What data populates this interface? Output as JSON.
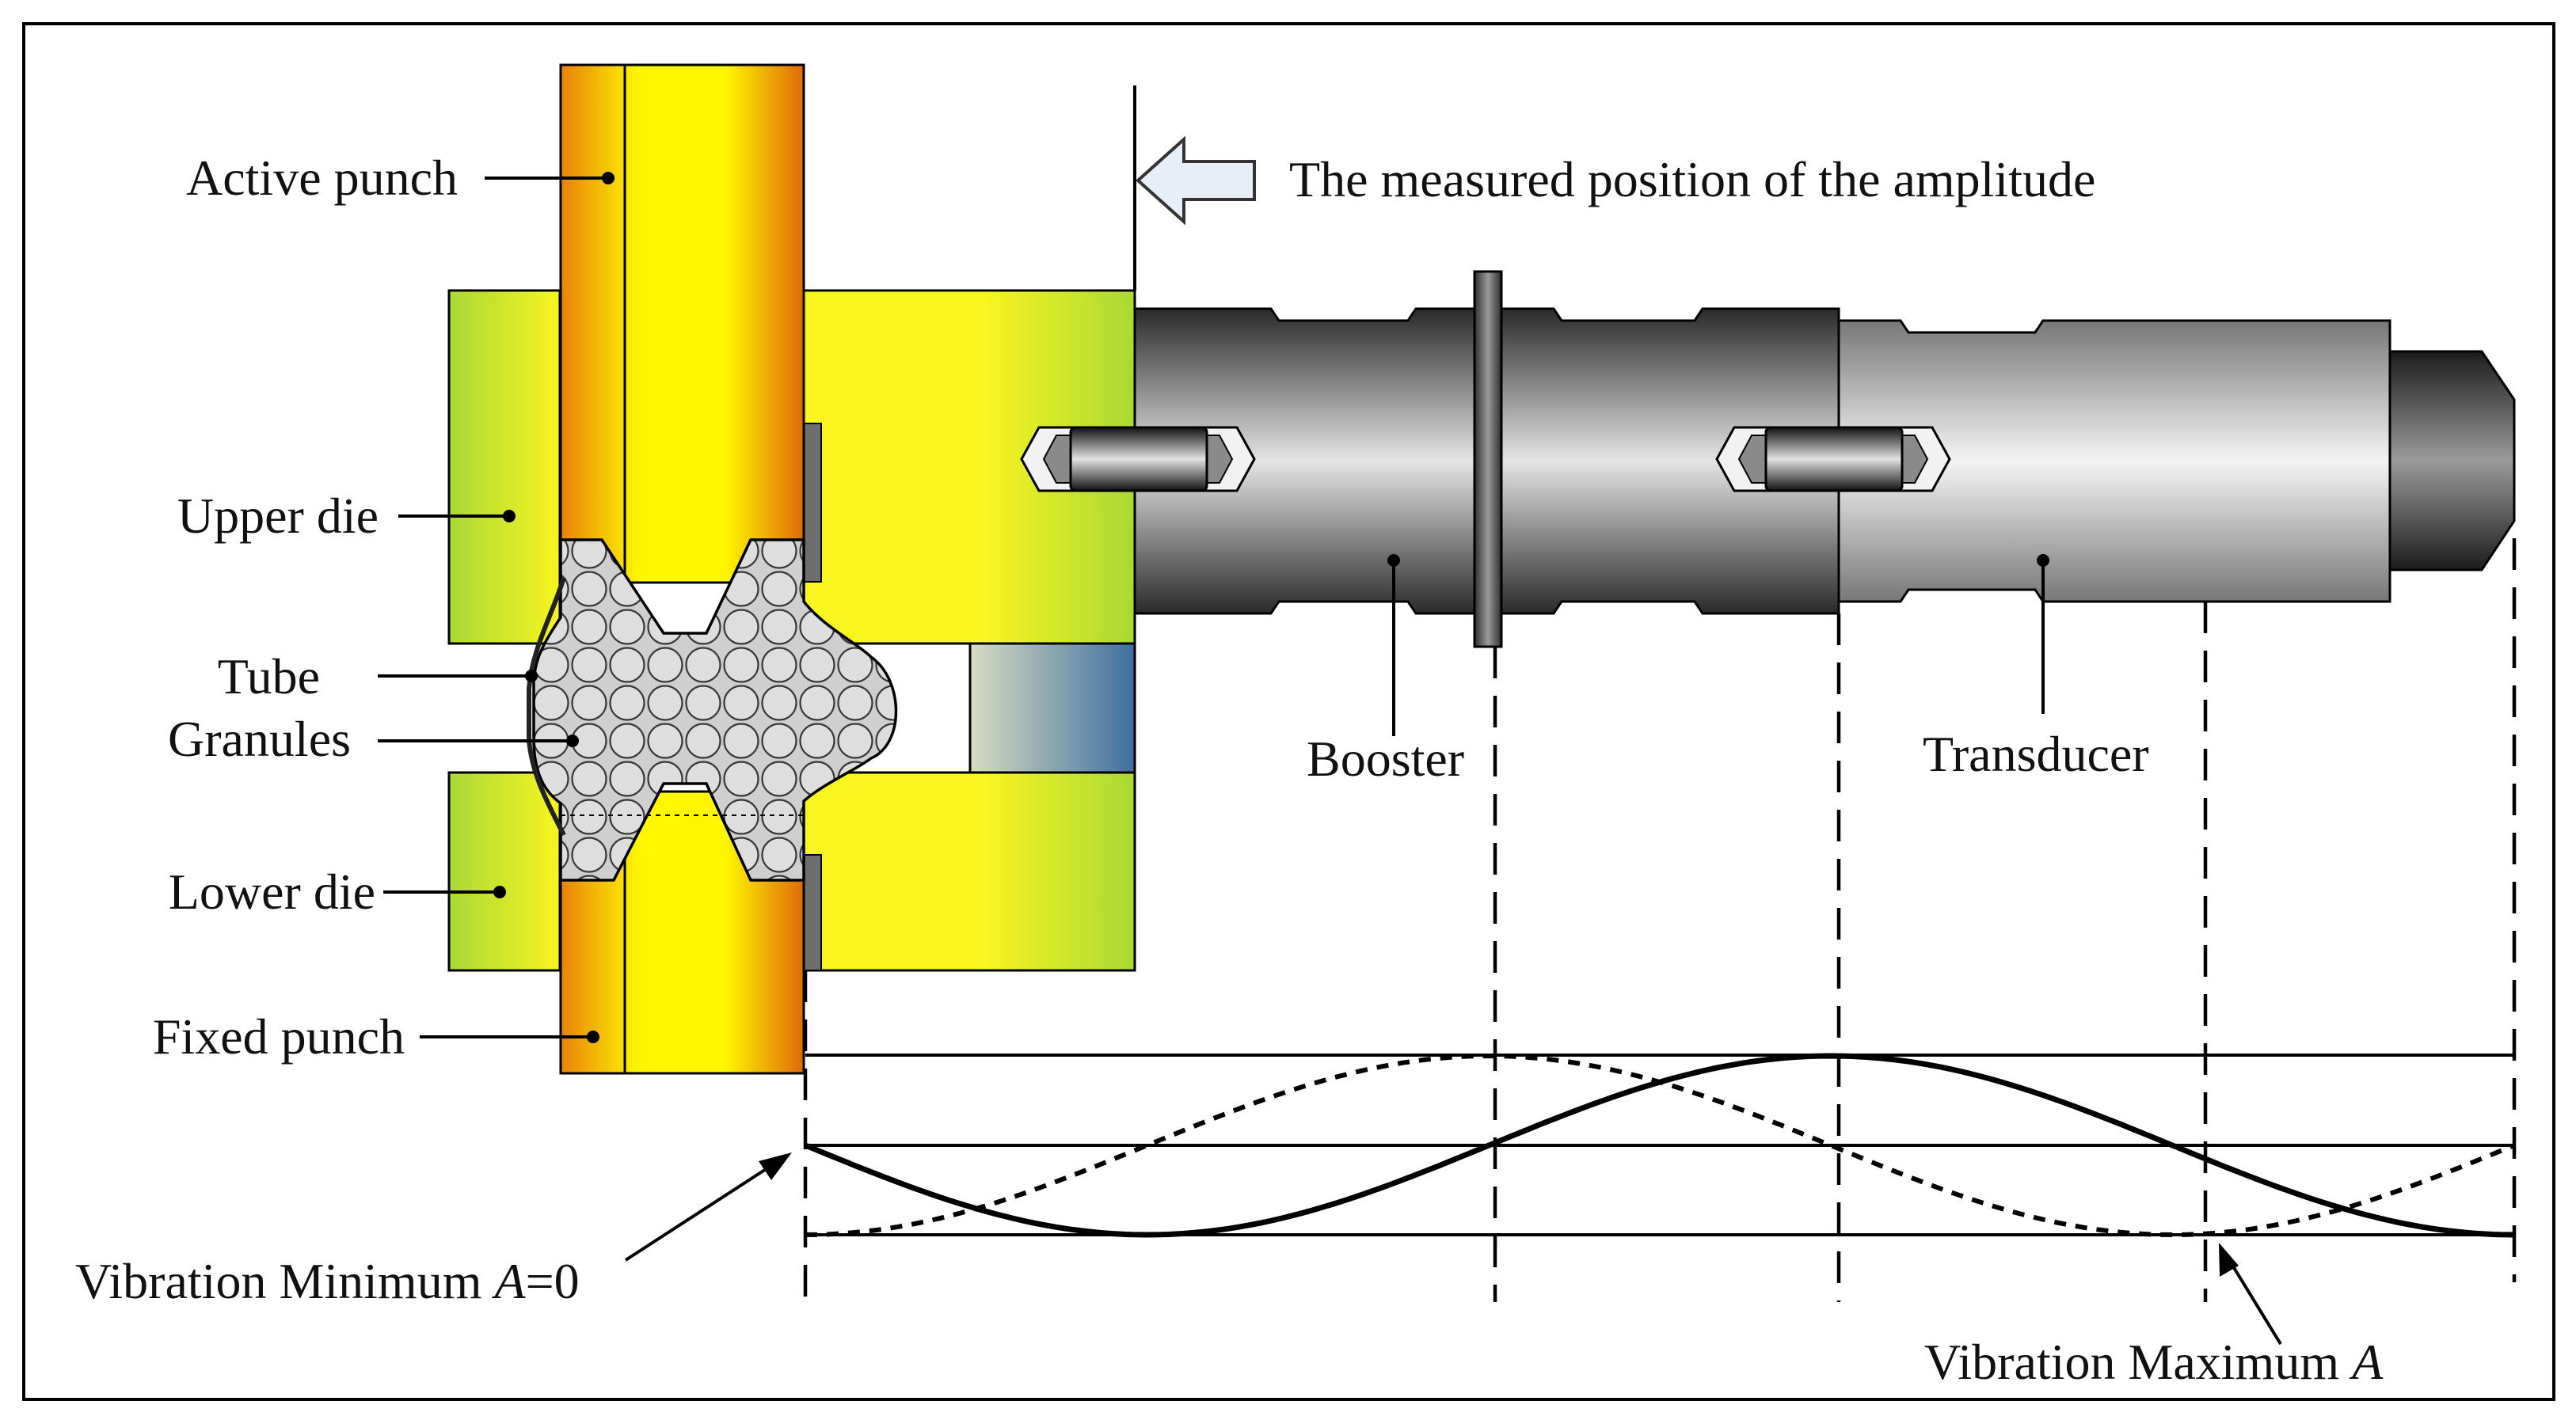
{
  "labels": {
    "active_punch": "Active punch",
    "upper_die": "Upper die",
    "tube": "Tube",
    "granules": "Granules",
    "lower_die": "Lower die",
    "fixed_punch": "Fixed punch",
    "measured_position": "The measured position of the amplitude",
    "booster": "Booster",
    "transducer": "Transducer",
    "vibration_min_text": "Vibration Minimum ",
    "vibration_min_var": "A",
    "vibration_min_eq": "=0",
    "vibration_max_text": "Vibration Maximum ",
    "vibration_max_var": "A"
  },
  "colors": {
    "punch_dark": "#e8820a",
    "punch_light": "#fff600",
    "die_green": "#a9d936",
    "die_yellow": "#f8f520",
    "horn_dark": "#303030",
    "horn_light": "#ededed",
    "spacer_blue": "#3f6f9f",
    "granule_fill": "#d3d3d3"
  }
}
